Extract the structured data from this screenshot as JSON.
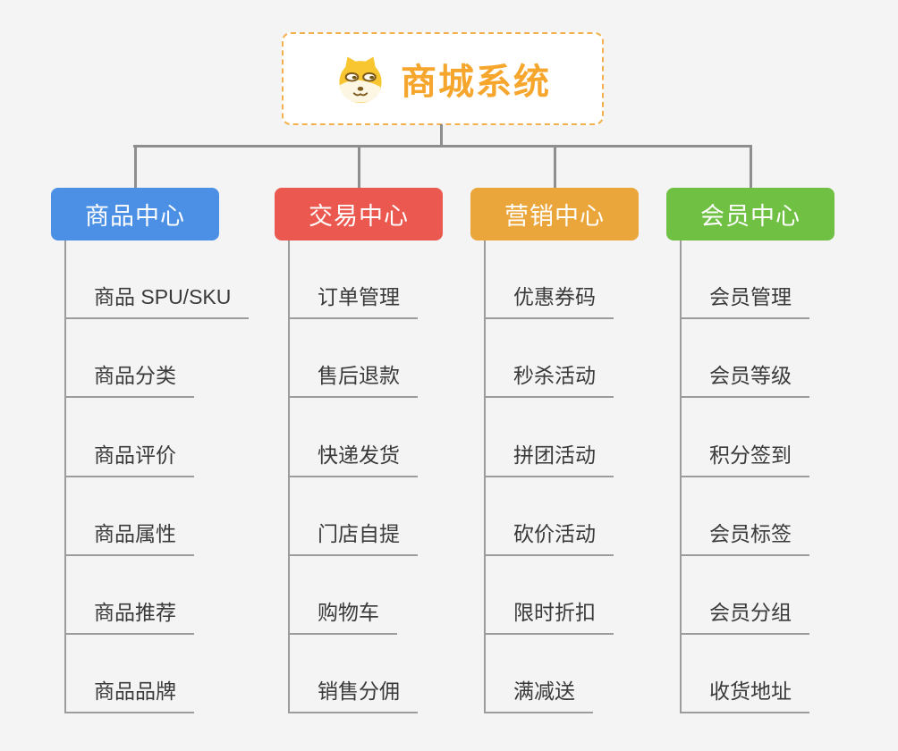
{
  "page": {
    "background": "#f4f4f5",
    "connector_color": "#8e8e8e",
    "child_line_color": "#9c9c9c"
  },
  "root": {
    "title": "商城系统",
    "icon": "doge-icon",
    "text_color": "#f6a62c",
    "border_color": "#f2b14e"
  },
  "branches": [
    {
      "label": "商品中心",
      "color": "#4b90e4",
      "children": [
        "商品 SPU/SKU",
        "商品分类",
        "商品评价",
        "商品属性",
        "商品推荐",
        "商品品牌"
      ]
    },
    {
      "label": "交易中心",
      "color": "#ea5850",
      "children": [
        "订单管理",
        "售后退款",
        "快递发货",
        "门店自提",
        "购物车",
        "销售分佣"
      ]
    },
    {
      "label": "营销中心",
      "color": "#eba63b",
      "children": [
        "优惠券码",
        "秒杀活动",
        "拼团活动",
        "砍价活动",
        "限时折扣",
        "满减送"
      ]
    },
    {
      "label": "会员中心",
      "color": "#70c044",
      "children": [
        "会员管理",
        "会员等级",
        "积分签到",
        "会员标签",
        "会员分组",
        "收货地址"
      ]
    }
  ]
}
